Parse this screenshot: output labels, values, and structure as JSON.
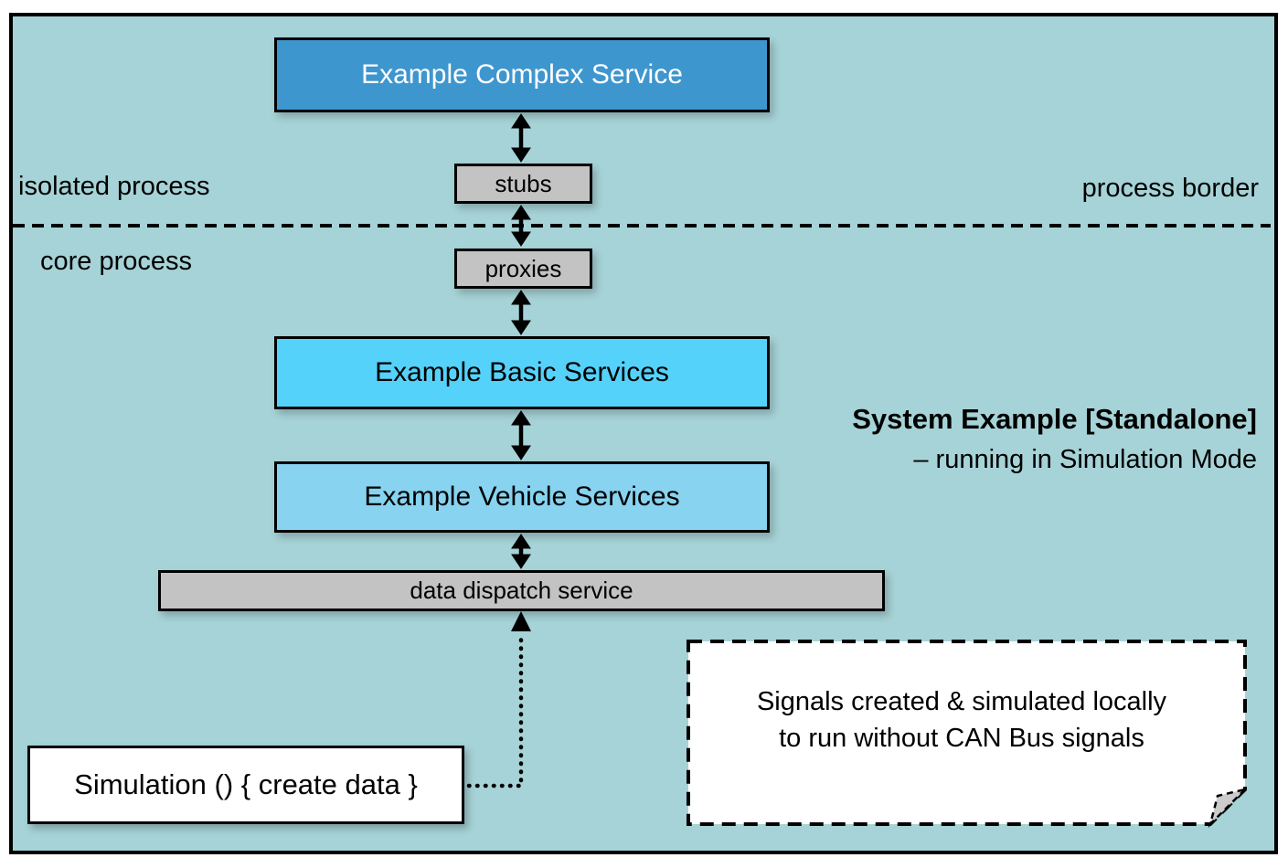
{
  "canvas": {
    "background_color": "#a6d3d7",
    "border_color": "#000000"
  },
  "zones": {
    "isolated_process": "isolated process",
    "core_process": "core process",
    "process_border": "process border"
  },
  "nodes": {
    "complex_service": {
      "label": "Example Complex Service",
      "fill": "#3e96ce",
      "text_color": "#ffffff"
    },
    "stubs": {
      "label": "stubs",
      "fill": "#c3c3c3"
    },
    "proxies": {
      "label": "proxies",
      "fill": "#c3c3c3"
    },
    "basic_services": {
      "label": "Example Basic Services",
      "fill": "#55d2fa"
    },
    "vehicle_services": {
      "label": "Example Vehicle Services",
      "fill": "#87d3f0"
    },
    "data_dispatch": {
      "label": "data dispatch service",
      "fill": "#c3c3c3"
    },
    "simulation": {
      "label": "Simulation () { create data }",
      "fill": "#ffffff"
    }
  },
  "caption": {
    "title": "System Example [Standalone]",
    "subtitle": "– running in Simulation Mode"
  },
  "note": {
    "line1": "Signals created & simulated locally",
    "line2": "to run without CAN Bus signals",
    "fold_color": "#cccccc"
  }
}
